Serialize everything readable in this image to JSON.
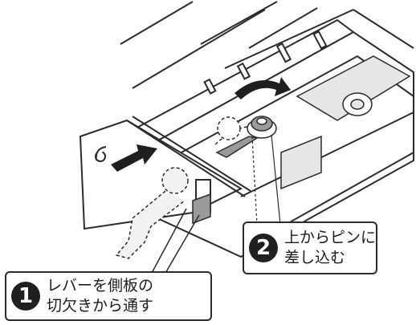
{
  "callouts": [
    {
      "number": "1",
      "line1": "レバーを側板の",
      "line2": "切欠きから通す"
    },
    {
      "number": "2",
      "line1": "上からピンに",
      "line2": "差し込む"
    }
  ],
  "colors": {
    "line": "#2b2b2b",
    "gray_fill": "#9a9a9a",
    "light_fill": "#e6e6e6",
    "badge": "#1f1f1f"
  },
  "icons": [
    "insert-arrow-icon",
    "rotate-arrow-icon"
  ]
}
